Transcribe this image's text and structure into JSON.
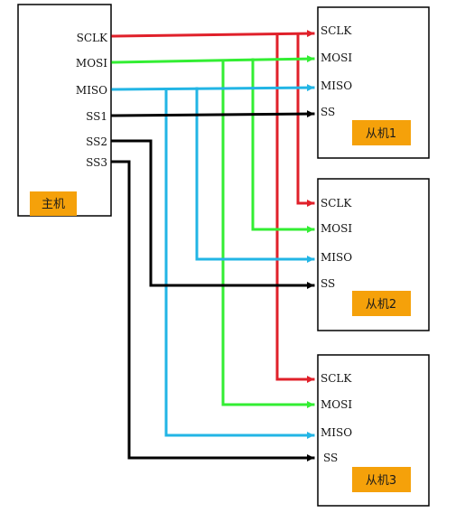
{
  "master": {
    "label": "主机",
    "pins": [
      "SCLK",
      "MOSI",
      "MISO",
      "SS1",
      "SS2",
      "SS3"
    ]
  },
  "slaves": [
    {
      "label": "从机1",
      "pins": [
        "SCLK",
        "MOSI",
        "MISO",
        "SS"
      ]
    },
    {
      "label": "从机2",
      "pins": [
        "SCLK",
        "MOSI",
        "MISO",
        "SS"
      ]
    },
    {
      "label": "从机3",
      "pins": [
        "SCLK",
        "MOSI",
        "MISO",
        "SS"
      ]
    }
  ],
  "colors": {
    "sclk": "#e0202a",
    "mosi": "#33ee33",
    "miso": "#22b5e5",
    "ss": "#000000",
    "label_fill": "#f5a10a"
  }
}
